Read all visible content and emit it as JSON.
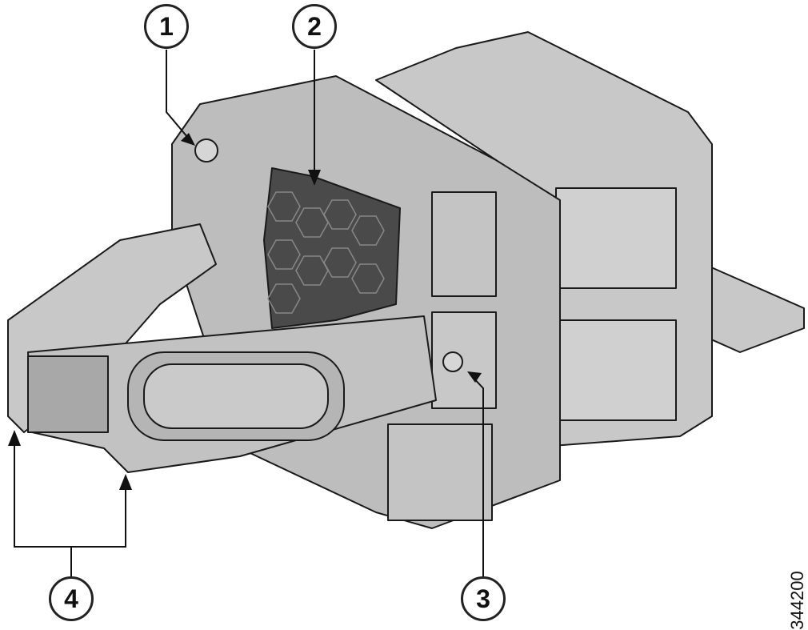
{
  "callouts": [
    {
      "label": "1"
    },
    {
      "label": "2"
    },
    {
      "label": "3"
    },
    {
      "label": "4"
    }
  ],
  "figure_number": "344200",
  "colors": {
    "body": "#c8c8c8",
    "shade": "#a9a9a9",
    "dark": "#555555",
    "outline": "#1a1a1a"
  }
}
